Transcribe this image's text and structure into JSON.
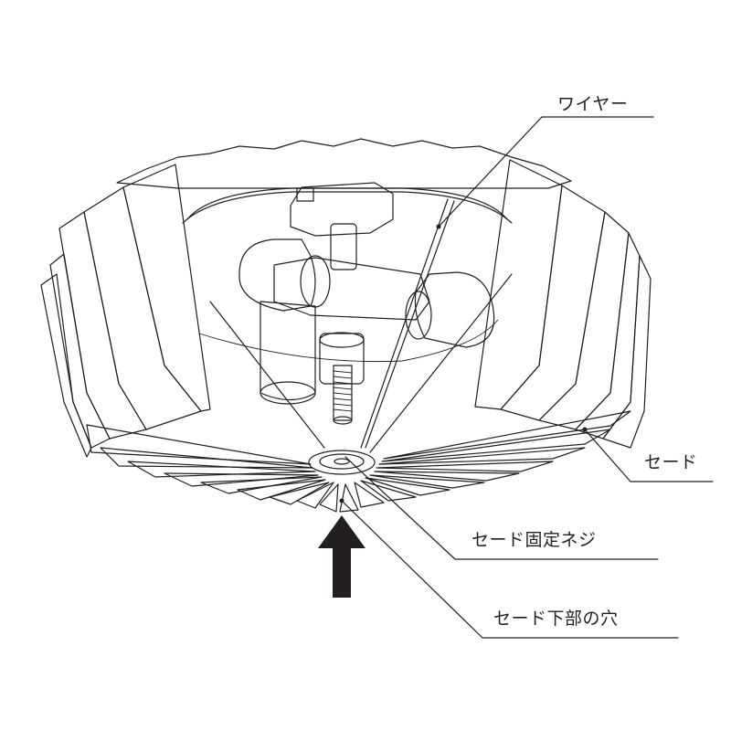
{
  "labels": {
    "wire": "ワイヤー",
    "shade": "セード",
    "shade_fixing_screw": "セード固定ネジ",
    "shade_bottom_hole": "セード下部の穴"
  },
  "colors": {
    "line": "#231f20",
    "paper": "#ffffff",
    "arrow": "#231f20"
  }
}
